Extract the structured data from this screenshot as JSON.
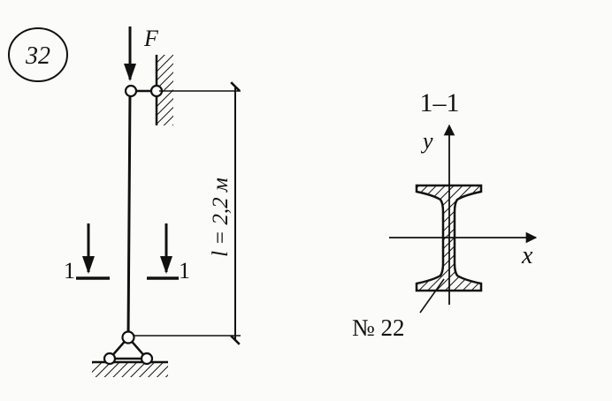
{
  "problem_number": "32",
  "force_label": "F",
  "length_label": "l = 2,2 м",
  "section_mark_left": "1",
  "section_mark_right": "1",
  "section_title": "1–1",
  "axis_y_label": "y",
  "axis_x_label": "x",
  "profile_label": "№ 22"
}
